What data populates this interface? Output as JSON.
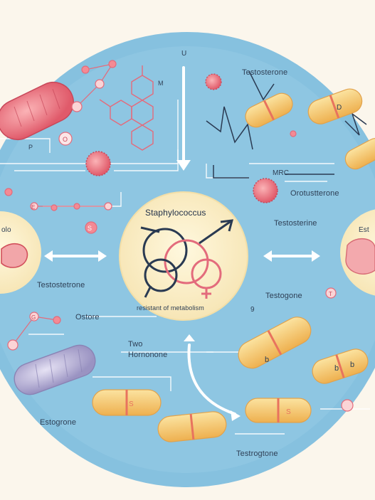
{
  "colors": {
    "background": "#fbf6ec",
    "blob": "#7fbcdc",
    "circle": "#fbefc8",
    "capsule": "#f6c46a",
    "capsule_band": "#e8735e",
    "bacterium_red": "#ef7a84",
    "bacterium_purple": "#b9b3d6",
    "arrow": "#ffffff",
    "dark_line": "#2a3a52"
  },
  "labels": {
    "center_title": "Staphylococcus",
    "center_caption": "resistant of metabolism",
    "left_circle_text": "olo",
    "right_circle_text": "Est",
    "top_testosterone": "Testosterone",
    "mrc": "MRC",
    "orotstone": "Orotustterone",
    "right_testosterine": "Testosterine",
    "left_testostetrone": "Testostetrone",
    "testogone": "Testogone",
    "ostore": "Ostore",
    "two": "Two",
    "hormonone": "Hornonone",
    "estogrone": "Estogrone",
    "testrogtone": "Testrogtone",
    "top_u": "U",
    "top_m": "M",
    "num_9": "9"
  },
  "glyphs": {
    "capsule_d": "D",
    "capsule_b1": "b",
    "capsule_b2": "b",
    "capsule_s1": "S",
    "capsule_s2": "S",
    "capsule_b3": "b",
    "node_t": "T",
    "node_o": "O",
    "node_e": "E",
    "node_g": "G",
    "node_s": "S",
    "node_p": "P"
  }
}
